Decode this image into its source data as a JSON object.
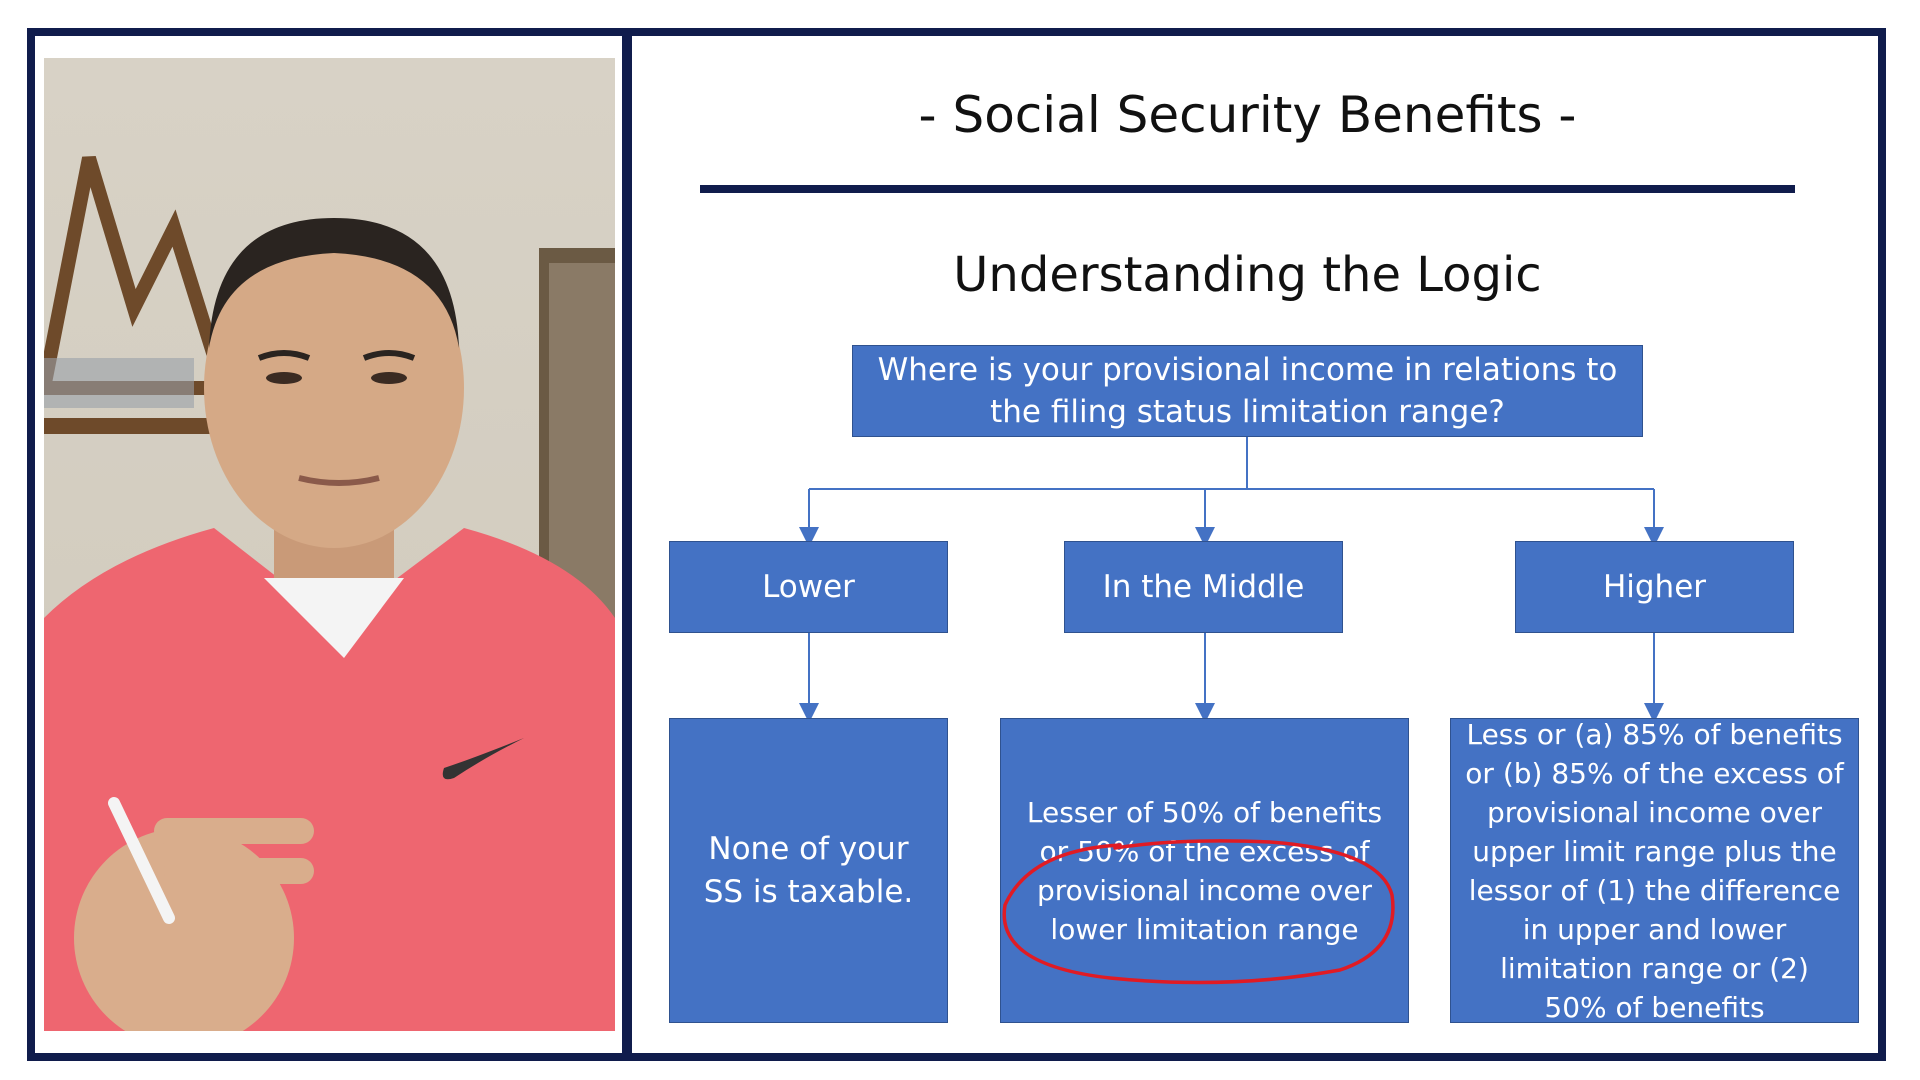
{
  "slide": {
    "title": "- Social Security Benefits -",
    "subtitle": "Understanding the Logic"
  },
  "diagram": {
    "root": "Where is your provisional income in relations to the filing status limitation range?",
    "branches": [
      {
        "label": "Lower",
        "result": "None of your SS is taxable."
      },
      {
        "label": "In the Middle",
        "result": "Lesser of 50% of benefits or 50% of the excess of provisional income over lower limitation range"
      },
      {
        "label": "Higher",
        "result": "Less or (a) 85% of benefits or (b) 85% of the excess of provisional income over upper limit range plus the lessor of (1) the difference in upper and lower limitation range or (2) 50% of benefits"
      }
    ],
    "highlighted_branch": "In the Middle"
  },
  "colors": {
    "box_fill": "#4472c4",
    "connector": "#4472c4",
    "frame": "#101c4c",
    "highlight": "#e01b24"
  }
}
